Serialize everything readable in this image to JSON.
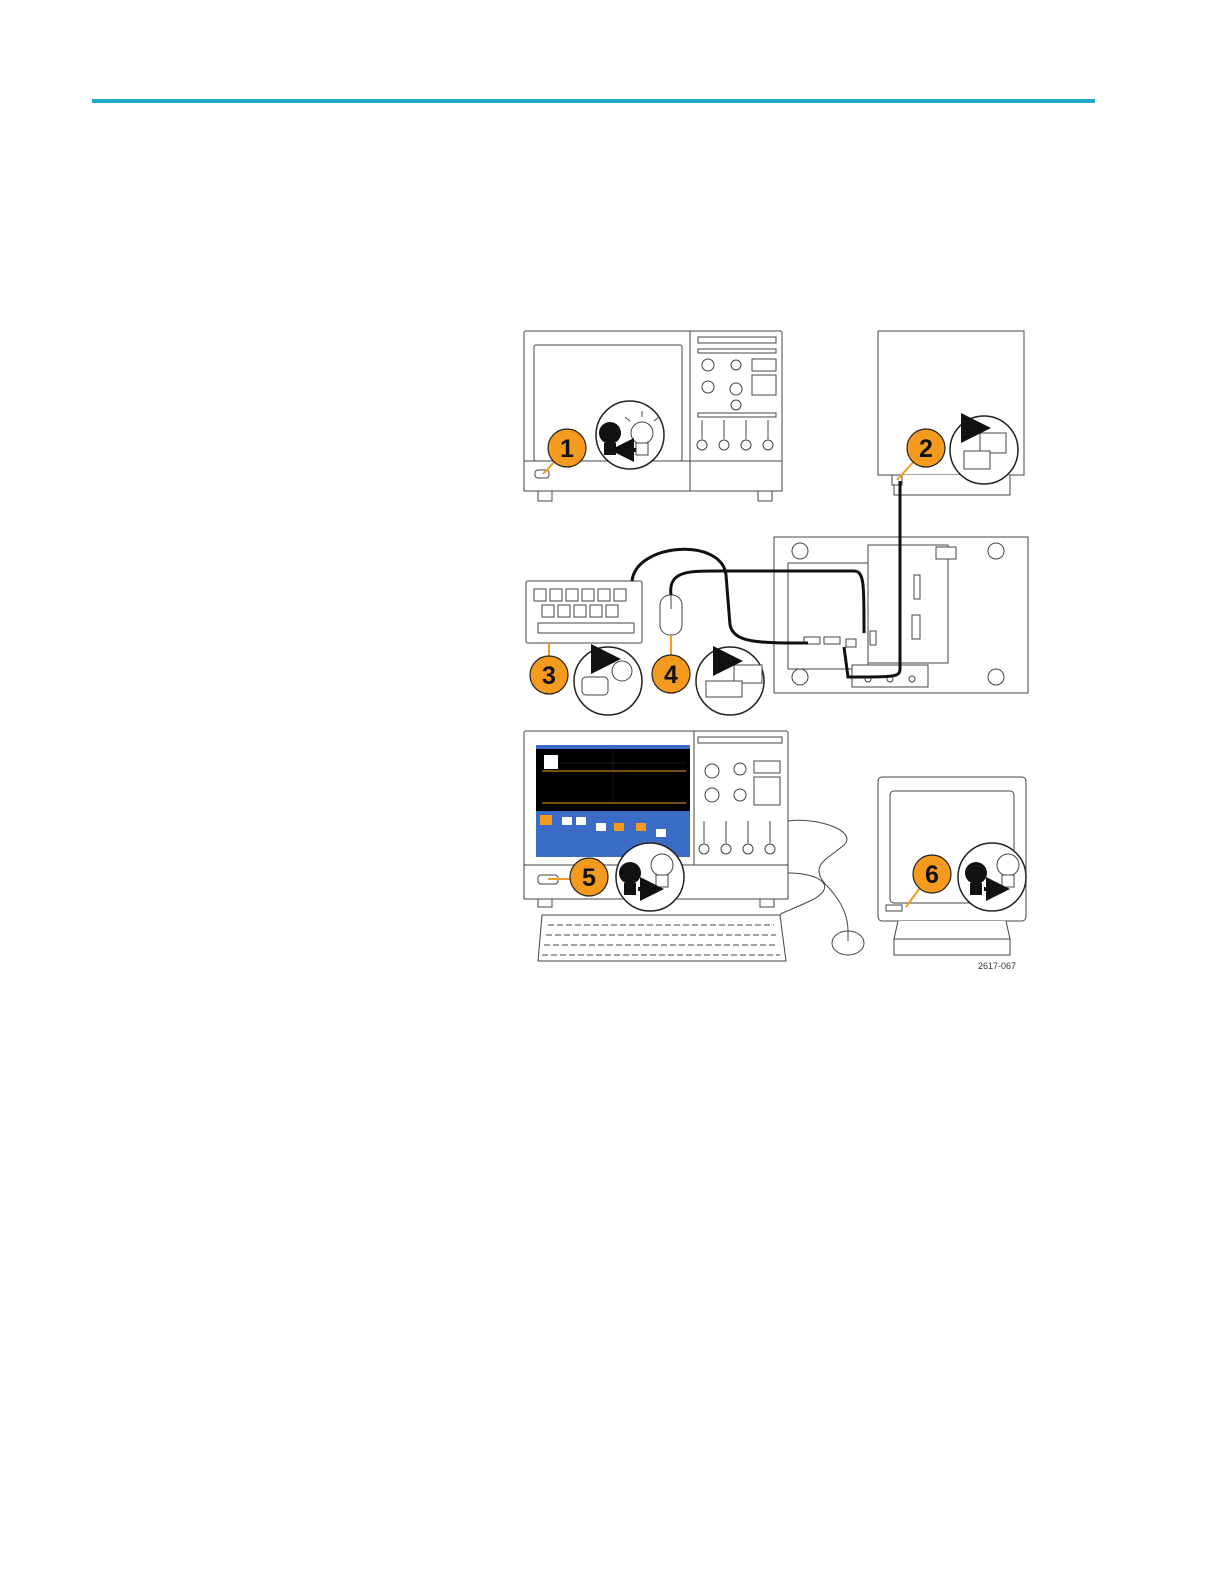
{
  "colors": {
    "accent_rule": "#1fa8c9",
    "callout_fill": "#f39a1f",
    "line": "#444444",
    "cable": "#111111",
    "scope_screen_bg": "#000000",
    "scope_ui_blue": "#3b6cc5"
  },
  "figure": {
    "id_label": "2617-067",
    "steps": [
      {
        "number": "1",
        "icon": "lamp-off-icon"
      },
      {
        "number": "2",
        "icon": "video-connector-icon"
      },
      {
        "number": "3",
        "icon": "keyboard-connector-icon"
      },
      {
        "number": "4",
        "icon": "mouse-usb-connector-icon"
      },
      {
        "number": "5",
        "icon": "lamp-on-icon"
      },
      {
        "number": "6",
        "icon": "lamp-on-icon"
      }
    ]
  }
}
